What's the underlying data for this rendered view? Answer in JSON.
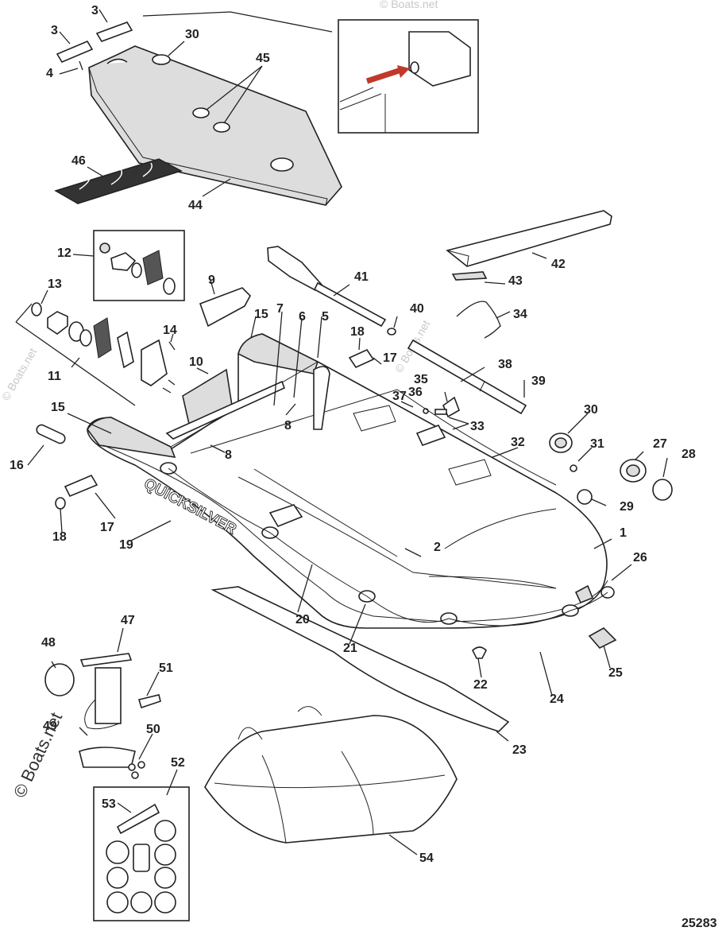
{
  "figure_id": "25283",
  "watermark_text": "© Boats.net",
  "brand_text": "QUICKSILVER",
  "labels": {
    "l1": "1",
    "l2": "2",
    "l3a": "3",
    "l3b": "3",
    "l4": "4",
    "l5": "5",
    "l6": "6",
    "l7": "7",
    "l8a": "8",
    "l8b": "8",
    "l9": "9",
    "l10": "10",
    "l11": "11",
    "l12": "12",
    "l13": "13",
    "l14": "14",
    "l15a": "15",
    "l15b": "15",
    "l16": "16",
    "l17a": "17",
    "l17b": "17",
    "l18a": "18",
    "l18b": "18",
    "l19": "19",
    "l20": "20",
    "l21": "21",
    "l22": "22",
    "l23": "23",
    "l24": "24",
    "l25": "25",
    "l26": "26",
    "l27": "27",
    "l28": "28",
    "l29": "29",
    "l30a": "30",
    "l30b": "30",
    "l31": "31",
    "l32": "32",
    "l33": "33",
    "l34": "34",
    "l35": "35",
    "l36": "36",
    "l37": "37",
    "l38": "38",
    "l39": "39",
    "l40": "40",
    "l41": "41",
    "l42": "42",
    "l43": "43",
    "l44": "44",
    "l45": "45",
    "l46": "46",
    "l47": "47",
    "l48": "48",
    "l49": "49",
    "l50": "50",
    "l51": "51",
    "l52": "52",
    "l53": "53",
    "l54": "54"
  }
}
